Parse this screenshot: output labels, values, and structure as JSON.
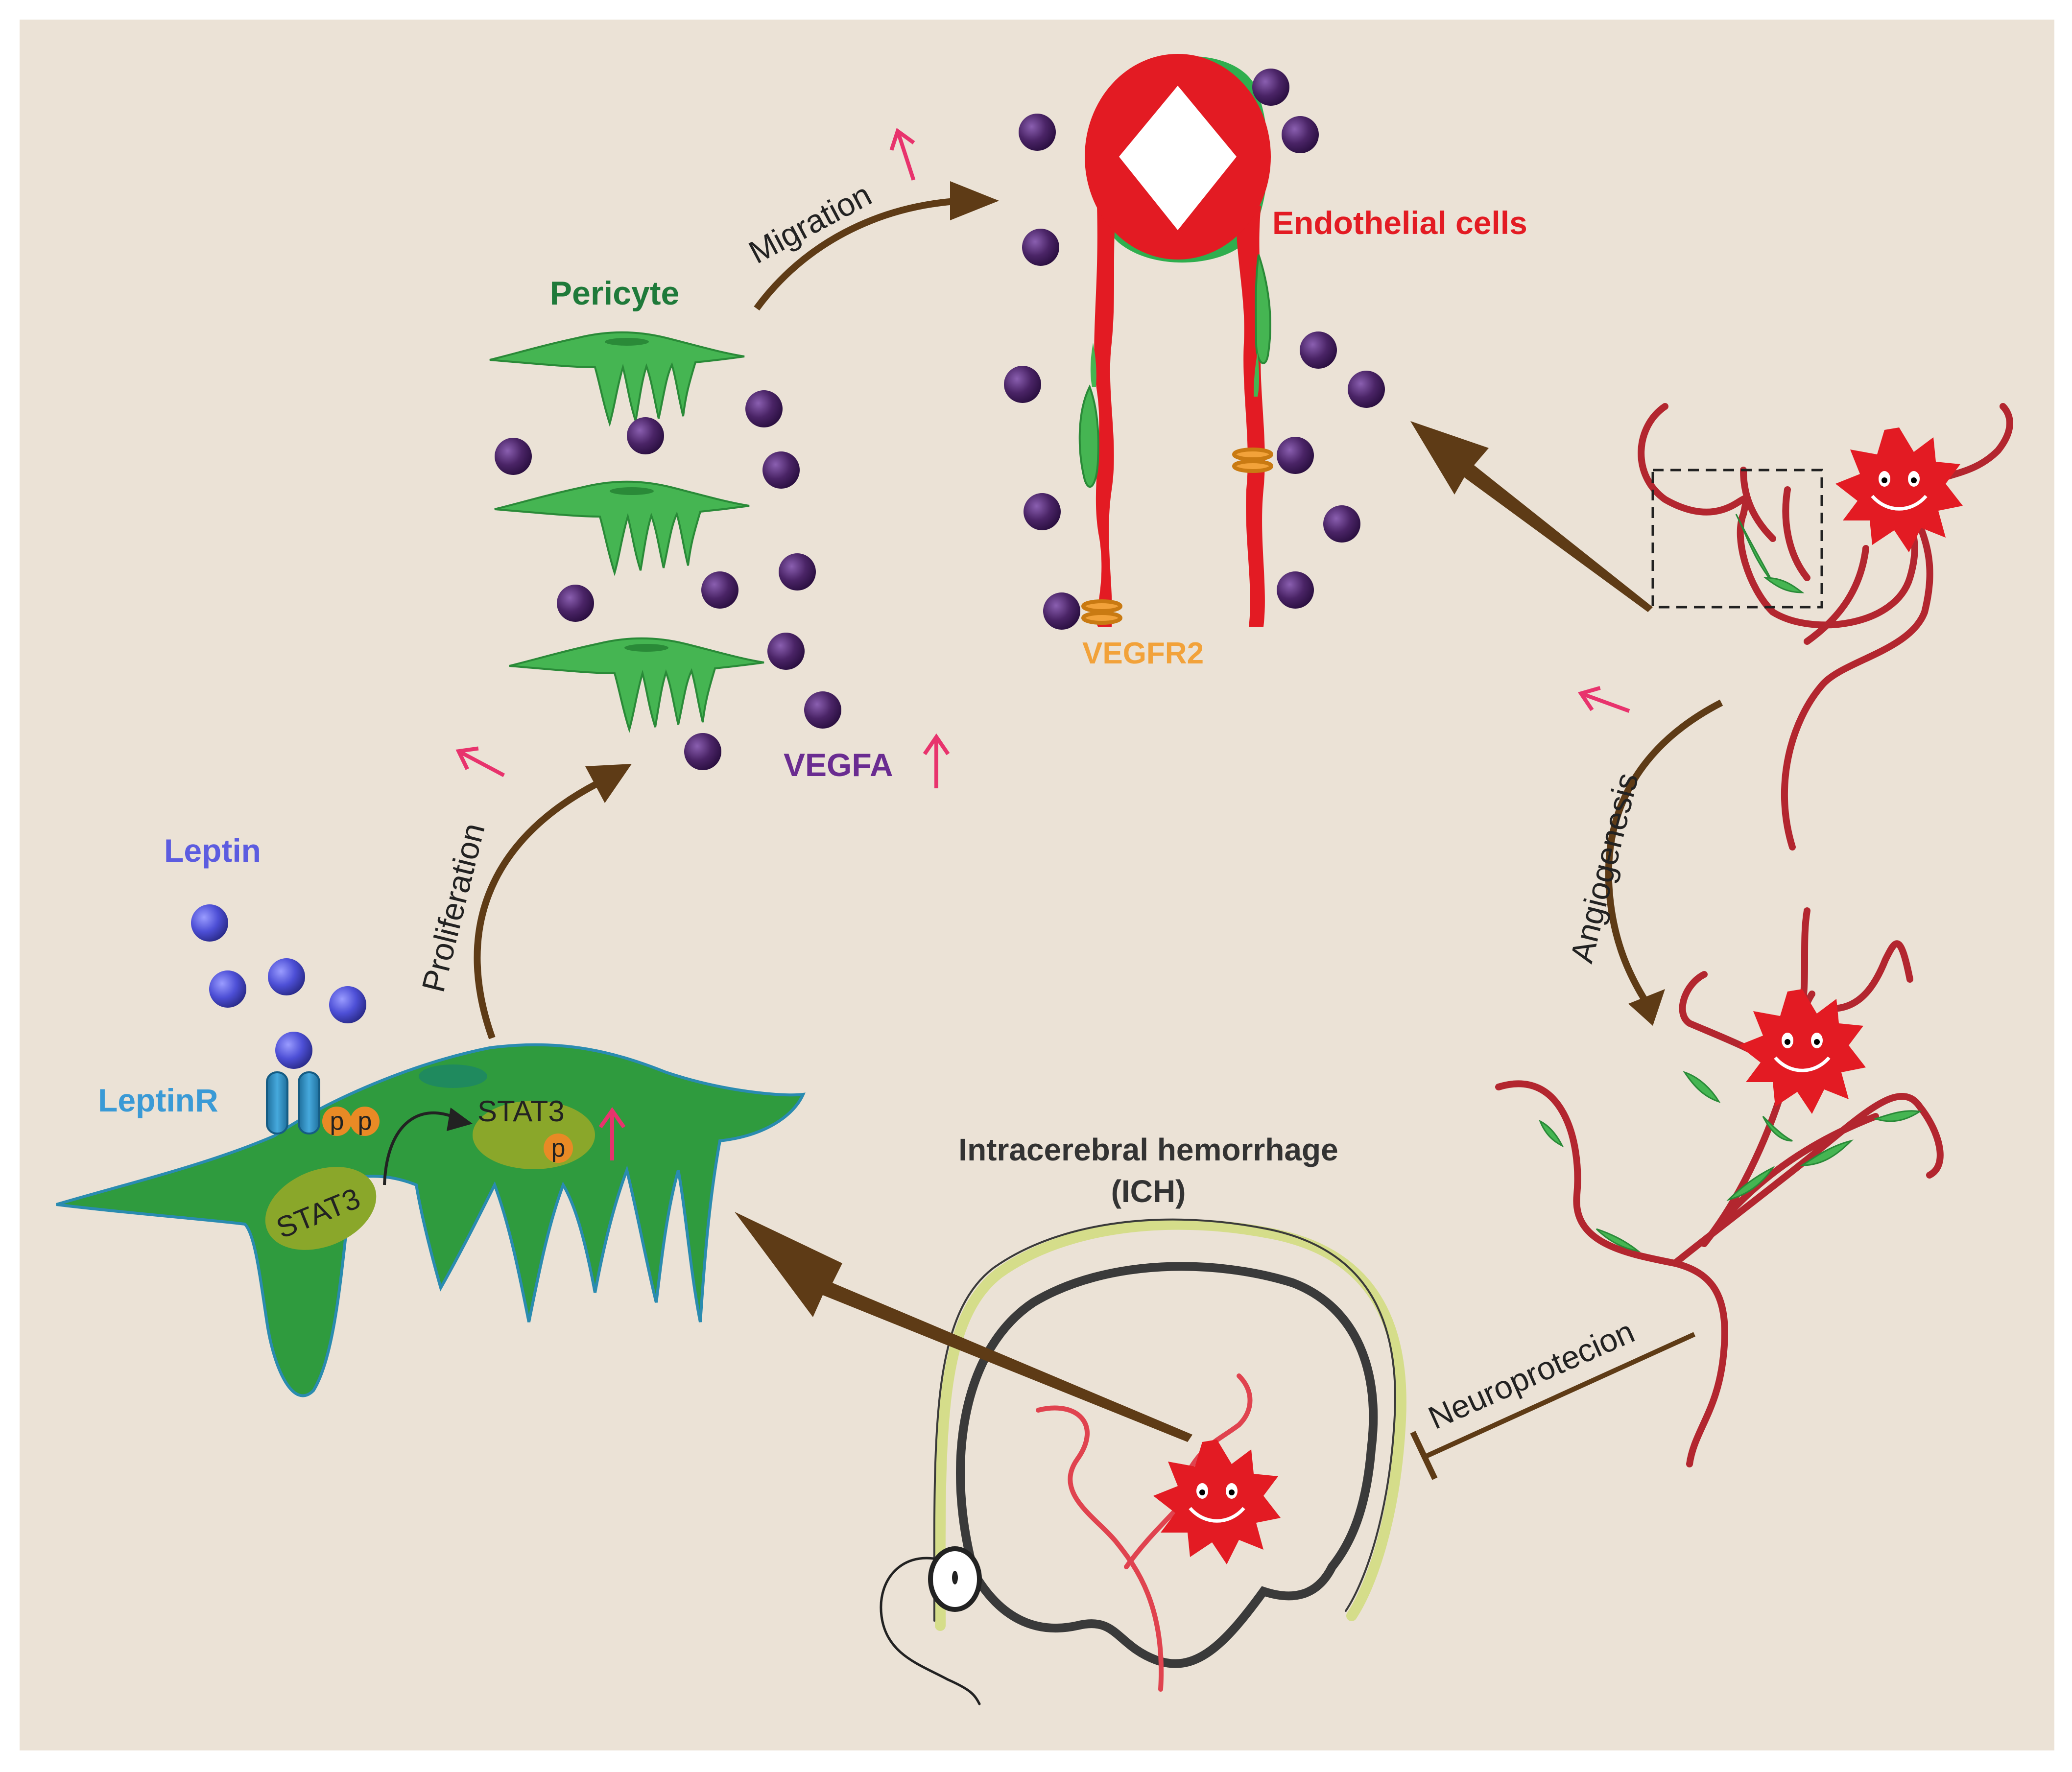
{
  "labels": {
    "pericyte": "Pericyte",
    "endothelial": "Endothelial cells",
    "vegfr2": "VEGFR2",
    "vegfa": "VEGFA",
    "leptin": "Leptin",
    "leptinr": "LeptinR",
    "stat3_a": "STAT3",
    "stat3_b": "STAT3",
    "p1": "p",
    "p2": "p",
    "p3": "p",
    "ich_line1": "Intracerebral hemorrhage",
    "ich_line2": "(ICH)",
    "migration": "Migration",
    "proliferation": "Proliferation",
    "angiogenesis": "Angiogenesis",
    "neuroprotection": "Neuroprotecion"
  },
  "colors": {
    "background": "#ebe2d6",
    "pericyte_green": "#3fae49",
    "cell_green": "#2e9a3e",
    "vessel_red": "#e31b23",
    "vessel_dark_red": "#b3262f",
    "arrow_brown": "#5e3b16",
    "up_arrow_pink": "#e8336d",
    "vegfa_purple": "#4a2466",
    "leptin_blue": "#4d4fd6",
    "leptinr_blue": "#2f93c9",
    "vegfr2_orange": "#f2a23a",
    "pericyte_label": "#1f7a3a",
    "endothelial_label": "#e31b23",
    "vegfa_label": "#6a2c91",
    "leptin_label": "#5c5ce0",
    "leptinr_label": "#3a9ad6"
  }
}
